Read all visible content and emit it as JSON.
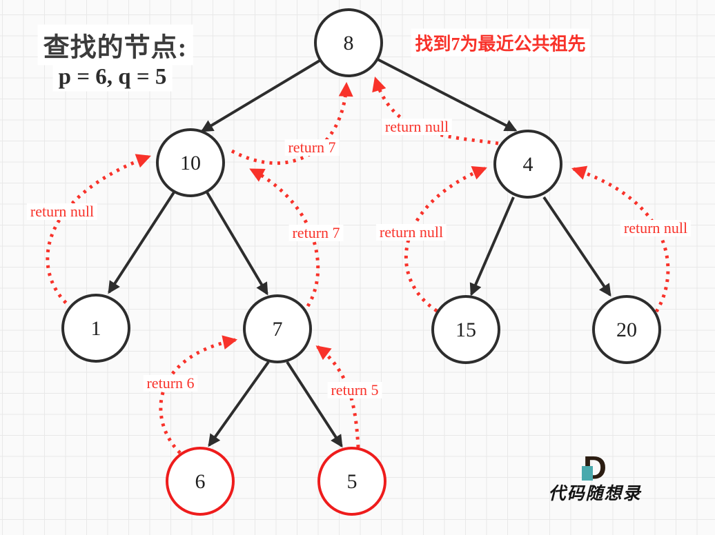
{
  "title": {
    "line1": "查找的节点:",
    "line2": "p = 6, q = 5"
  },
  "annotation": {
    "text": "找到7为最近公共祖先"
  },
  "tree": {
    "nodes": [
      {
        "value": "8",
        "highlighted": false
      },
      {
        "value": "10",
        "highlighted": false
      },
      {
        "value": "4",
        "highlighted": false
      },
      {
        "value": "1",
        "highlighted": false
      },
      {
        "value": "7",
        "highlighted": false
      },
      {
        "value": "15",
        "highlighted": false
      },
      {
        "value": "20",
        "highlighted": false
      },
      {
        "value": "6",
        "highlighted": true
      },
      {
        "value": "5",
        "highlighted": true
      }
    ],
    "edges": [
      {
        "from": "8",
        "to": "10"
      },
      {
        "from": "8",
        "to": "4"
      },
      {
        "from": "10",
        "to": "1"
      },
      {
        "from": "10",
        "to": "7"
      },
      {
        "from": "4",
        "to": "15"
      },
      {
        "from": "4",
        "to": "20"
      },
      {
        "from": "7",
        "to": "6"
      },
      {
        "from": "7",
        "to": "5"
      }
    ]
  },
  "return_flows": [
    {
      "from": "1",
      "to": "10",
      "label": "return null"
    },
    {
      "from": "10",
      "to": "8",
      "label": "return 7"
    },
    {
      "from": "4",
      "to": "8",
      "label": "return null"
    },
    {
      "from": "7",
      "to": "10",
      "label": "return 7"
    },
    {
      "from": "15",
      "to": "4",
      "label": "return null"
    },
    {
      "from": "20",
      "to": "4",
      "label": "return null"
    },
    {
      "from": "6",
      "to": "7",
      "label": "return 6"
    },
    {
      "from": "5",
      "to": "7",
      "label": "return 5"
    }
  ],
  "watermark": {
    "logo_letter": "D",
    "text": "代码随想录"
  },
  "colors": {
    "red": "#f8322a",
    "black": "#2d2d2d",
    "node_fill": "#ffffff",
    "highlight_stroke": "#ee1c1c",
    "logo_teal": "#4aa9ad",
    "logo_dark": "#2b1d12",
    "background": "#fafafa",
    "grid_line": "#e8e8e8"
  }
}
